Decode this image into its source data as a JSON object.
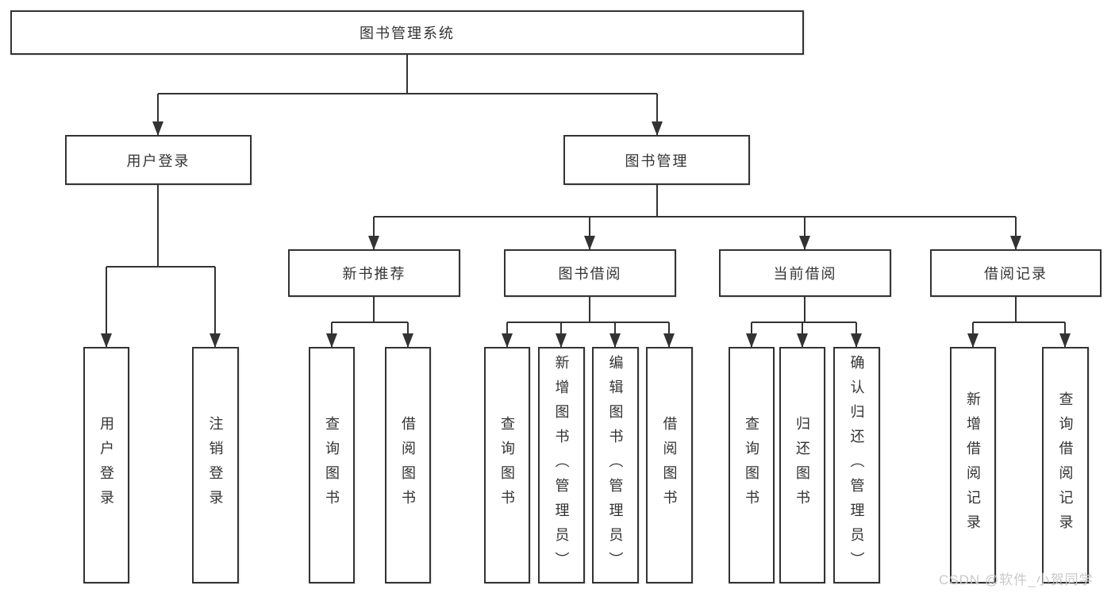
{
  "nodes": {
    "root": "图书管理系统",
    "user_login": "用户登录",
    "book_mgmt": "图书管理",
    "new_book_rec": "新书推荐",
    "book_borrow": "图书借阅",
    "current_borrow": "当前借阅",
    "borrow_records": "借阅记录",
    "leaf_user_login": "用户登录",
    "leaf_logout": "注销登录",
    "leaf_rec_query_book": "查询图书",
    "leaf_rec_borrow_book": "借阅图书",
    "leaf_bb_query_book": "查询图书",
    "leaf_bb_add_book": "新增图书（管理员）",
    "leaf_bb_edit_book": "编辑图书（管理员）",
    "leaf_bb_borrow_book": "借阅图书",
    "leaf_cb_query_book": "查询图书",
    "leaf_cb_return_book": "归还图书",
    "leaf_cb_confirm_return": "确认归还（管理员）",
    "leaf_br_add_record": "新增借阅记录",
    "leaf_br_query_record": "查询借阅记录"
  },
  "watermark": "CSDN @软件_小贺同学",
  "colors": {
    "line": "#333333",
    "text": "#333333",
    "box_bg": "#ffffff",
    "background": "#ffffff",
    "watermark": "#c9c9c9"
  }
}
